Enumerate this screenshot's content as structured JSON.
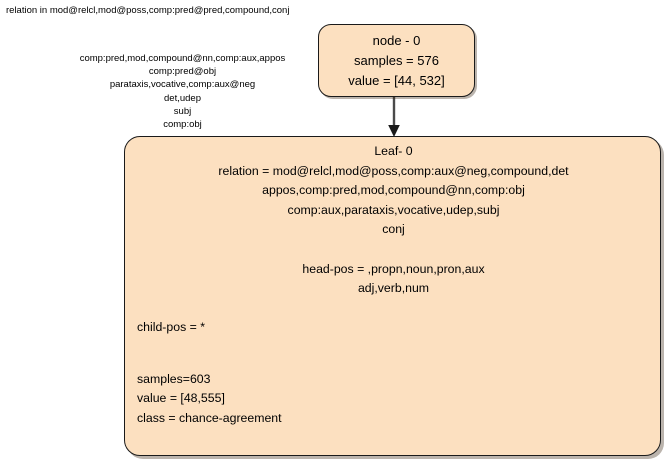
{
  "diagram": {
    "type": "decision-tree",
    "top_caption": "relation in mod@relcl,mod@poss,comp:pred@pred,compound,conj",
    "colors": {
      "box_fill": "#fce0c0",
      "box_border": "#1a1a1a",
      "text": "#000000",
      "background": "#ffffff",
      "connector": "#444444"
    },
    "edge_label": {
      "lines": [
        "comp:pred,mod,compound@nn,comp:aux,appos",
        "comp:pred@obj",
        "parataxis,vocative,comp:aux@neg",
        "det,udep",
        "subj",
        "comp:obj"
      ]
    },
    "node": {
      "title": "node - 0",
      "samples": "samples = 576",
      "value": "value = [44, 532]"
    },
    "leaf": {
      "title": "Leaf- 0",
      "relation_lines": [
        "relation = mod@relcl,mod@poss,comp:aux@neg,compound,det",
        "appos,comp:pred,mod,compound@nn,comp:obj",
        "comp:aux,parataxis,vocative,udep,subj",
        "conj"
      ],
      "head_pos_lines": [
        "head-pos = ,propn,noun,pron,aux",
        "adj,verb,num"
      ],
      "child_pos": "child-pos = *",
      "samples": "samples=603",
      "value": "value = [48,555]",
      "class": "class = chance-agreement"
    }
  }
}
